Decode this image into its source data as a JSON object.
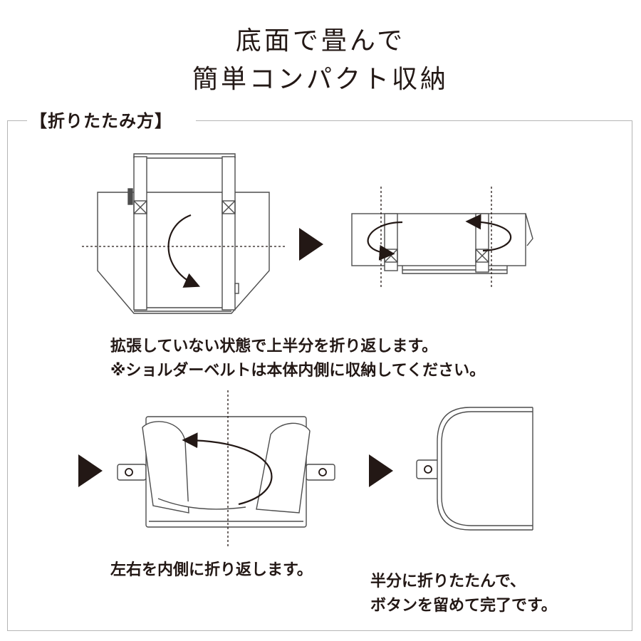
{
  "header": {
    "title_line1": "底面で畳んで",
    "title_line2": "簡単コンパクト収納"
  },
  "instructions": {
    "section_label": "【折りたたみ方】",
    "step1_caption_line1": "拡張していない状態で上半分を折り返します。",
    "step1_caption_line2": "※ショルダーベルトは本体内側に収納してください。",
    "step3_caption": "左右を内側に折り返します。",
    "step4_caption_line1": "半分に折りたたんで、",
    "step4_caption_line2": "ボタンを留めて完了です。"
  },
  "colors": {
    "ink": "#231815",
    "line": "#4d4d4d",
    "frame": "#b5b5b5",
    "fill": "#ffffff"
  },
  "icons": [
    "next-step-arrow-icon",
    "fold-arrow-icon",
    "snap-button-icon"
  ]
}
